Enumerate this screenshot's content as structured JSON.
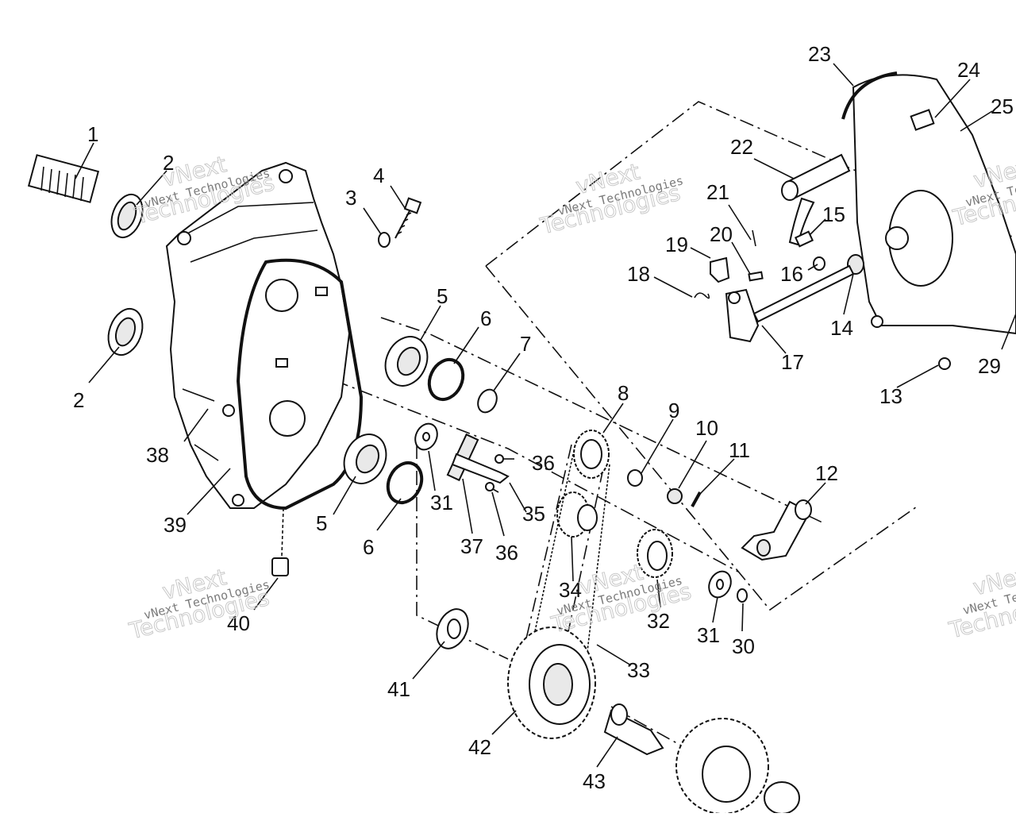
{
  "callouts": [
    {
      "id": "c1",
      "text": "1"
    },
    {
      "id": "c2a",
      "text": "2"
    },
    {
      "id": "c2b",
      "text": "2"
    },
    {
      "id": "c3",
      "text": "3"
    },
    {
      "id": "c4",
      "text": "4"
    },
    {
      "id": "c5a",
      "text": "5"
    },
    {
      "id": "c5b",
      "text": "5"
    },
    {
      "id": "c6a",
      "text": "6"
    },
    {
      "id": "c6b",
      "text": "6"
    },
    {
      "id": "c7",
      "text": "7"
    },
    {
      "id": "c8",
      "text": "8"
    },
    {
      "id": "c9",
      "text": "9"
    },
    {
      "id": "c10",
      "text": "10"
    },
    {
      "id": "c11",
      "text": "11"
    },
    {
      "id": "c12",
      "text": "12"
    },
    {
      "id": "c13",
      "text": "13"
    },
    {
      "id": "c14",
      "text": "14"
    },
    {
      "id": "c15",
      "text": "15"
    },
    {
      "id": "c16",
      "text": "16"
    },
    {
      "id": "c17",
      "text": "17"
    },
    {
      "id": "c18",
      "text": "18"
    },
    {
      "id": "c19",
      "text": "19"
    },
    {
      "id": "c20",
      "text": "20"
    },
    {
      "id": "c21",
      "text": "21"
    },
    {
      "id": "c22",
      "text": "22"
    },
    {
      "id": "c23",
      "text": "23"
    },
    {
      "id": "c24",
      "text": "24"
    },
    {
      "id": "c25",
      "text": "25"
    },
    {
      "id": "c29",
      "text": "29"
    },
    {
      "id": "c30",
      "text": "30"
    },
    {
      "id": "c31a",
      "text": "31"
    },
    {
      "id": "c31b",
      "text": "31"
    },
    {
      "id": "c32",
      "text": "32"
    },
    {
      "id": "c33",
      "text": "33"
    },
    {
      "id": "c34",
      "text": "34"
    },
    {
      "id": "c35",
      "text": "35"
    },
    {
      "id": "c36a",
      "text": "36"
    },
    {
      "id": "c36b",
      "text": "36"
    },
    {
      "id": "c37",
      "text": "37"
    },
    {
      "id": "c38",
      "text": "38"
    },
    {
      "id": "c39",
      "text": "39"
    },
    {
      "id": "c40",
      "text": "40"
    },
    {
      "id": "c41",
      "text": "41"
    },
    {
      "id": "c42",
      "text": "42"
    },
    {
      "id": "c43",
      "text": "43"
    }
  ],
  "watermark": {
    "line1": "vNext Technologies",
    "big1": "vNext",
    "big2": "Technologies"
  }
}
